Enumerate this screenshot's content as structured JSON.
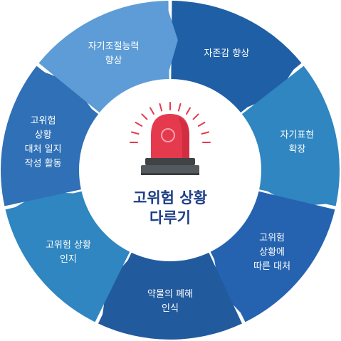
{
  "center": {
    "lines": [
      "고위험 상황",
      "다루기"
    ],
    "icon": "siren-icon"
  },
  "segments": [
    {
      "id": "self-esteem",
      "lines": [
        "자존감 향상"
      ],
      "color": "#1f5fa6"
    },
    {
      "id": "self-expression",
      "lines": [
        "자기표현",
        "확장"
      ],
      "color": "#2f86c0"
    },
    {
      "id": "coping",
      "lines": [
        "고위험",
        "상황에",
        "따른 대처"
      ],
      "color": "#2563b0"
    },
    {
      "id": "drug-harm",
      "lines": [
        "약물의 폐해",
        "인식"
      ],
      "color": "#225a9e"
    },
    {
      "id": "recognition",
      "lines": [
        "고위험 상황",
        "인지"
      ],
      "color": "#2f86c0"
    },
    {
      "id": "diary",
      "lines": [
        "고위험",
        "상황",
        "대처 일지",
        "작성 활동"
      ],
      "color": "#2f70b6"
    },
    {
      "id": "self-control",
      "lines": [
        "자기조절능력",
        "향상"
      ],
      "color": "#5d9cd6"
    }
  ],
  "colors": {
    "siren_red": "#e53a4e",
    "siren_base": "#3f4346",
    "rays": "#e53a4e",
    "center_text": "#1e3f86"
  }
}
